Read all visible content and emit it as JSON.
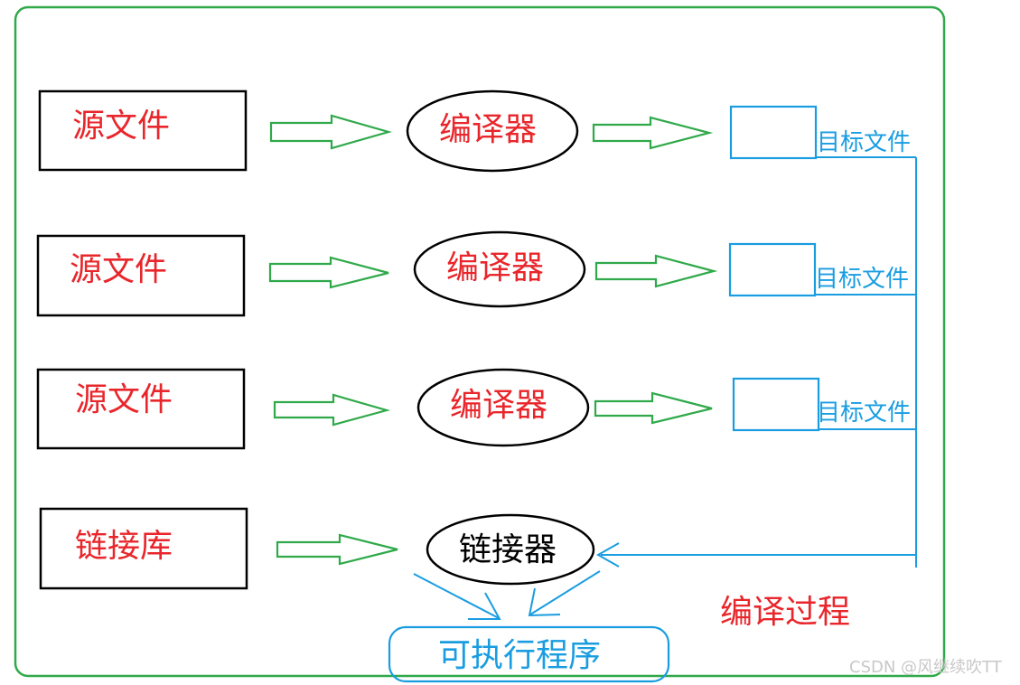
{
  "diagram": {
    "sources": [
      {
        "label": "源文件"
      },
      {
        "label": "源文件"
      },
      {
        "label": "源文件"
      },
      {
        "label": "链接库"
      }
    ],
    "compilers": [
      {
        "label": "编译器"
      },
      {
        "label": "编译器"
      },
      {
        "label": "编译器"
      }
    ],
    "linker": {
      "label": "链接器"
    },
    "objects": [
      {
        "label": "目标文件"
      },
      {
        "label": "目标文件"
      },
      {
        "label": "目标文件"
      }
    ],
    "executable": {
      "label": "可执行程序"
    },
    "title": "编译过程",
    "watermark": "CSDN @风继续吹TT",
    "colors": {
      "frame": "#2fa94a",
      "arrow": "#2fa94a",
      "source_text": "#e8262b",
      "object": "#1a9de0",
      "box": "#000000"
    }
  }
}
